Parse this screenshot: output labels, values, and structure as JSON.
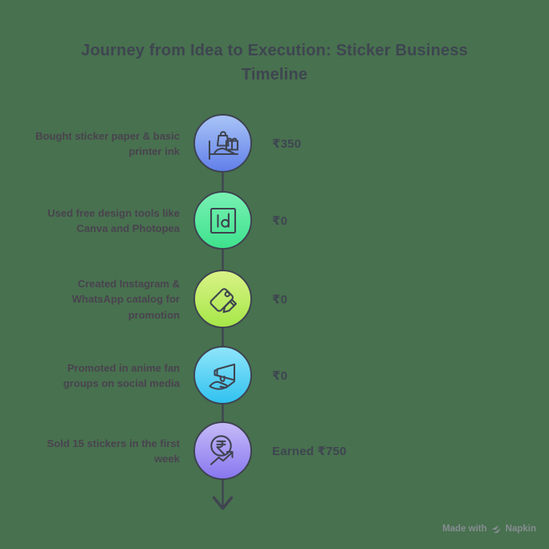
{
  "title": "Journey from Idea to Execution: Sticker Business Timeline",
  "timeline": {
    "items": [
      {
        "label": "Bought sticker paper & basic\nprinter ink",
        "value": "₹350",
        "icon": "shopping-purchase-icon",
        "color_top": "#A9C4F6",
        "color_bottom": "#6180EA"
      },
      {
        "label": "Used free design tools like\nCanva and Photopea",
        "value": "₹0",
        "icon": "indesign-design-tool-icon",
        "color_top": "#79F1B3",
        "color_bottom": "#3EE28D"
      },
      {
        "label": "Created Instagram &\nWhatsApp catalog for\npromotion",
        "value": "₹0",
        "icon": "price-tag-pencil-icon",
        "color_top": "#D9F287",
        "color_bottom": "#A6E748"
      },
      {
        "label": "Promoted in anime fan\ngroups on social media",
        "value": "₹0",
        "icon": "megaphone-hand-icon",
        "color_top": "#8FE5FA",
        "color_bottom": "#31C2F0"
      },
      {
        "label": "Sold 15 stickers in the first\nweek",
        "value": "Earned ₹750",
        "icon": "rupee-growth-icon",
        "color_top": "#C6BAF8",
        "color_bottom": "#8877EF"
      }
    ]
  },
  "footer": {
    "made_with": "Made with",
    "brand": "Napkin"
  },
  "colors": {
    "background": "#48714F",
    "title_text": "#3E4550",
    "label_text": "#49434F",
    "value_text": "#3E4550",
    "line": "#3F4450",
    "circle_border": "#3E4450",
    "icon_stroke": "#3E4450",
    "footer_text": "#868D91"
  }
}
